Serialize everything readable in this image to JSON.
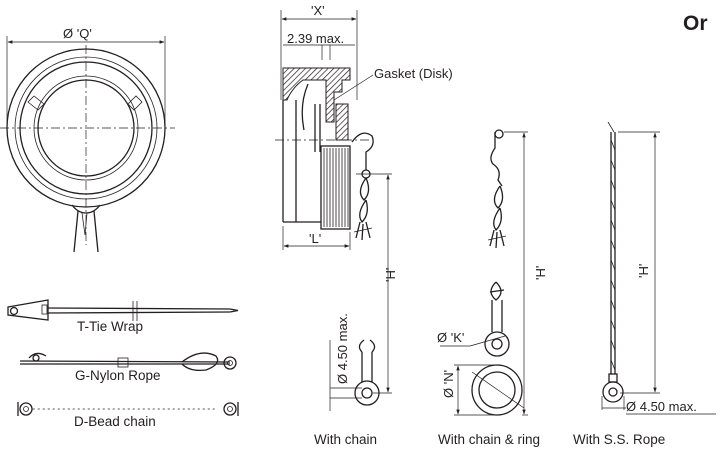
{
  "page": {
    "title_fragment": "Or"
  },
  "cap_view": {
    "diameter_label": "Ø  'Q'"
  },
  "side_view": {
    "width_label": "'X'",
    "max_label": "2.39 max.",
    "gasket_label": "Gasket (Disk)",
    "length_label": "'L'"
  },
  "attachments": {
    "t_tie": "T-Tie Wrap",
    "g_nylon": "G-Nylon Rope",
    "d_bead": "D-Bead chain"
  },
  "chain_view": {
    "height_label": "'H'",
    "hole_label": "Ø 4.50 max.",
    "caption": "With chain"
  },
  "chain_ring_view": {
    "height_label": "'H'",
    "k_label": "Ø 'K'",
    "n_label": "Ø 'N'",
    "caption": "With chain & ring"
  },
  "rope_view": {
    "height_label": "'H'",
    "hole_label": "Ø 4.50 max.",
    "caption": "With S.S. Rope"
  },
  "colors": {
    "ink": "#231f20",
    "background": "#ffffff",
    "hatch": "#231f20"
  }
}
